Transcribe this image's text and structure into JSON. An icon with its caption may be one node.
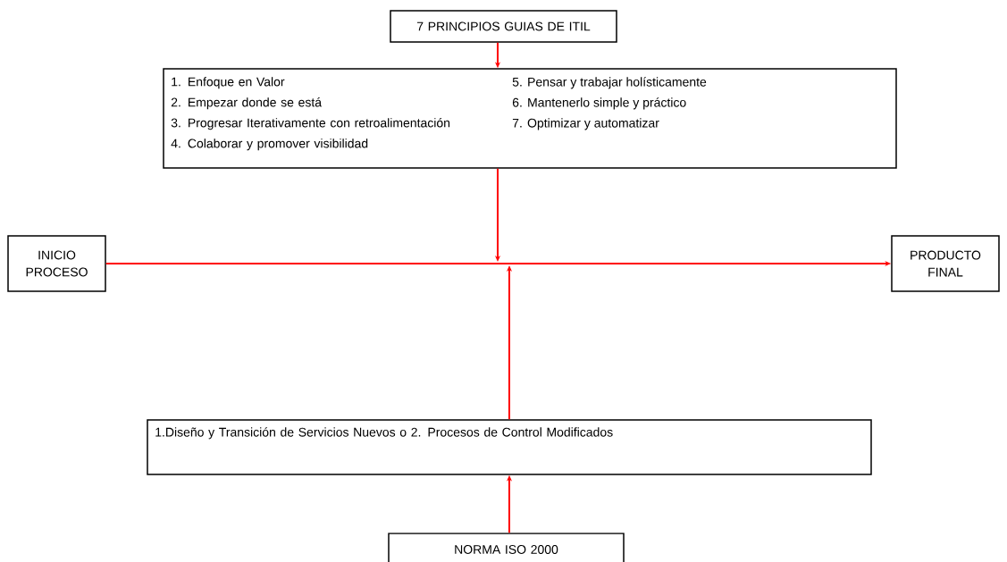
{
  "diagram": {
    "nodes": [
      {
        "text": [
          "7 PRINCIPIOS GUIAS DE ITIL"
        ]
      },
      {
        "text": [
          "1. Enfoque en Valor",
          "2. Empezar donde se está",
          "3. Progresar Iterativamente con retroalimentación",
          "4. Colaborar y promover visibilidad",
          "5. Pensar y trabajar holísticamente",
          "6. Mantenerlo simple y práctico",
          "7. Optimizar y automatizar"
        ]
      },
      {
        "text": [
          "INICIO PROCESO"
        ]
      },
      {
        "text": [
          "PRODUCTO FINAL"
        ]
      },
      {
        "text": [
          "1.Diseño y Transición de Servicios Nuevos o 2. Procesos de Control Modificados"
        ]
      },
      {
        "text": [
          "NORMA ISO 2000"
        ]
      }
    ],
    "edges": [
      {
        "from": 0,
        "to": 1,
        "arrow": "to"
      },
      {
        "from": 1,
        "to": null,
        "arrow": "to"
      },
      {
        "from": 2,
        "to": 3,
        "arrow": "to"
      },
      {
        "from": 4,
        "to": null,
        "arrow": "to"
      },
      {
        "from": 5,
        "to": 4,
        "arrow": "to"
      }
    ]
  }
}
